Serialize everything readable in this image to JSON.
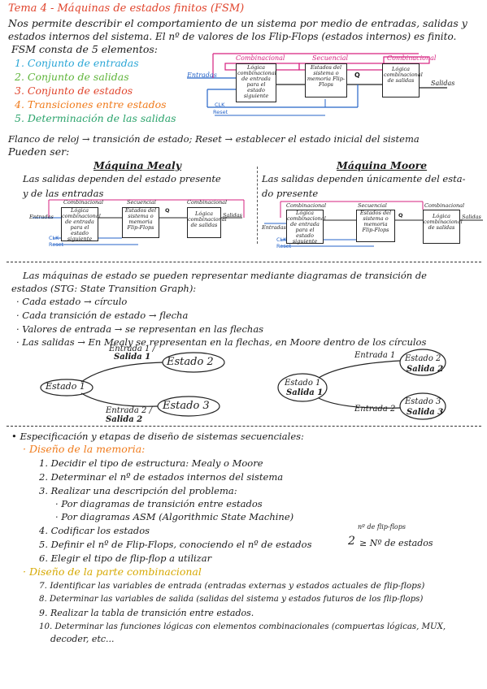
{
  "title": "Tema 4 - Máquinas de estados finitos (FSM)",
  "intro": [
    "Nos permite describir el comportamiento de un sistema por medio de entradas, salidas y",
    "estados internos del sistema. El nº de valores de los Flip-Flops (estados internos) es finito."
  ],
  "elements_heading": "FSM consta de 5 elementos:",
  "elements": [
    "1. Conjunto de entradas",
    "2. Conjunto de salidas",
    "3. Conjunto de estados",
    "4. Transiciones entre estados",
    "5. Determinación de las salidas"
  ],
  "colors": {
    "c1": "#2aa6d6",
    "c2": "#5fb43a",
    "c3": "#e0442c",
    "c4": "#f07a1a",
    "c5": "#2aa36b",
    "magenta": "#d6207f",
    "blue": "#2563c8",
    "yellow": "#d6a800"
  },
  "diagram_main": {
    "label_comb1": "Combinacional",
    "label_seq": "Secuencial",
    "label_comb2": "Combinacional",
    "box1": "Lógica combinacional de entrada para el estado siguiente",
    "box2": "Estados del sistema o memoria Flip-Flops",
    "box3": "Lógica combinacional de salidas",
    "entradas": "Entradas",
    "salidas": "Salidas",
    "q": "Q",
    "clk": "CLK",
    "reset": "Reset"
  },
  "clock_line": "Flanco de reloj → transición de estado; Reset → establecer el estado inicial del sistema",
  "pueden_ser": "Pueden ser:",
  "mealy": {
    "title": "Máquina Mealy",
    "desc1": "Las salidas dependen del estado presente",
    "desc2": "y de las entradas"
  },
  "moore": {
    "title": "Máquina Moore",
    "desc1": "Las salidas dependen únicamente del esta-",
    "desc2": "do presente"
  },
  "stg_intro": [
    "Las máquinas de estado se pueden representar mediante diagramas de transición de",
    "estados (STG: State Transition Graph):"
  ],
  "stg_bullets": [
    "· Cada estado → círculo",
    "· Cada transición de estado → flecha",
    "· Valores de entrada → se representan en las flechas",
    "· Las salidas → En Mealy se representan en la flechas, en Moore dentro de los círculos"
  ],
  "graph_mealy": {
    "estado1": "Estado 1",
    "estado2": "Estado 2",
    "estado3": "Estado 3",
    "edge1_top": "Entrada 1 /",
    "edge1_bot": "Salida 1",
    "edge2_top": "Entrada 2 /",
    "edge2_bot": "Salida 2"
  },
  "graph_moore": {
    "estado1": "Estado 1",
    "salida1": "Salida 1",
    "estado2": "Estado 2",
    "salida2": "Salida 2",
    "estado3": "Estado 3",
    "salida3": "Salida 3",
    "entrada1": "Entrada 1",
    "entrada2": "Entrada 2"
  },
  "spec_heading": "• Especificación y etapas de diseño de sistemas secuenciales:",
  "memory_heading": "· Diseño de la memoria:",
  "memory_steps": [
    "1. Decidir el tipo de estructura: Mealy o Moore",
    "2. Determinar el nº de estados internos del sistema",
    "3. Realizar una descripción del problema:",
    "· Por diagramas de transición entre estados",
    "· Por diagramas ASM (Algorithmic State Machine)",
    "4. Codificar los estados",
    "5. Definir el nº de Flip-Flops, conociendo el nº de estados",
    "6. Elegir el tipo de flip-flop a utilizar"
  ],
  "ff_formula": {
    "base": "2",
    "exp": "nº de flip-flops",
    "rhs": "≥ Nº de estados"
  },
  "comb_heading": "· Diseño de la parte combinacional",
  "comb_steps": [
    "7. Identificar las variables de entrada (entradas externas y estados actuales de flip-flops)",
    "8. Determinar las variables de salida (salidas del sistema y estados futuros de los flip-flops)",
    "9. Realizar la tabla de transición entre estados.",
    "10. Determinar las funciones lógicas con elementos combinacionales (compuertas lógicas, MUX,",
    "decoder, etc..."
  ]
}
